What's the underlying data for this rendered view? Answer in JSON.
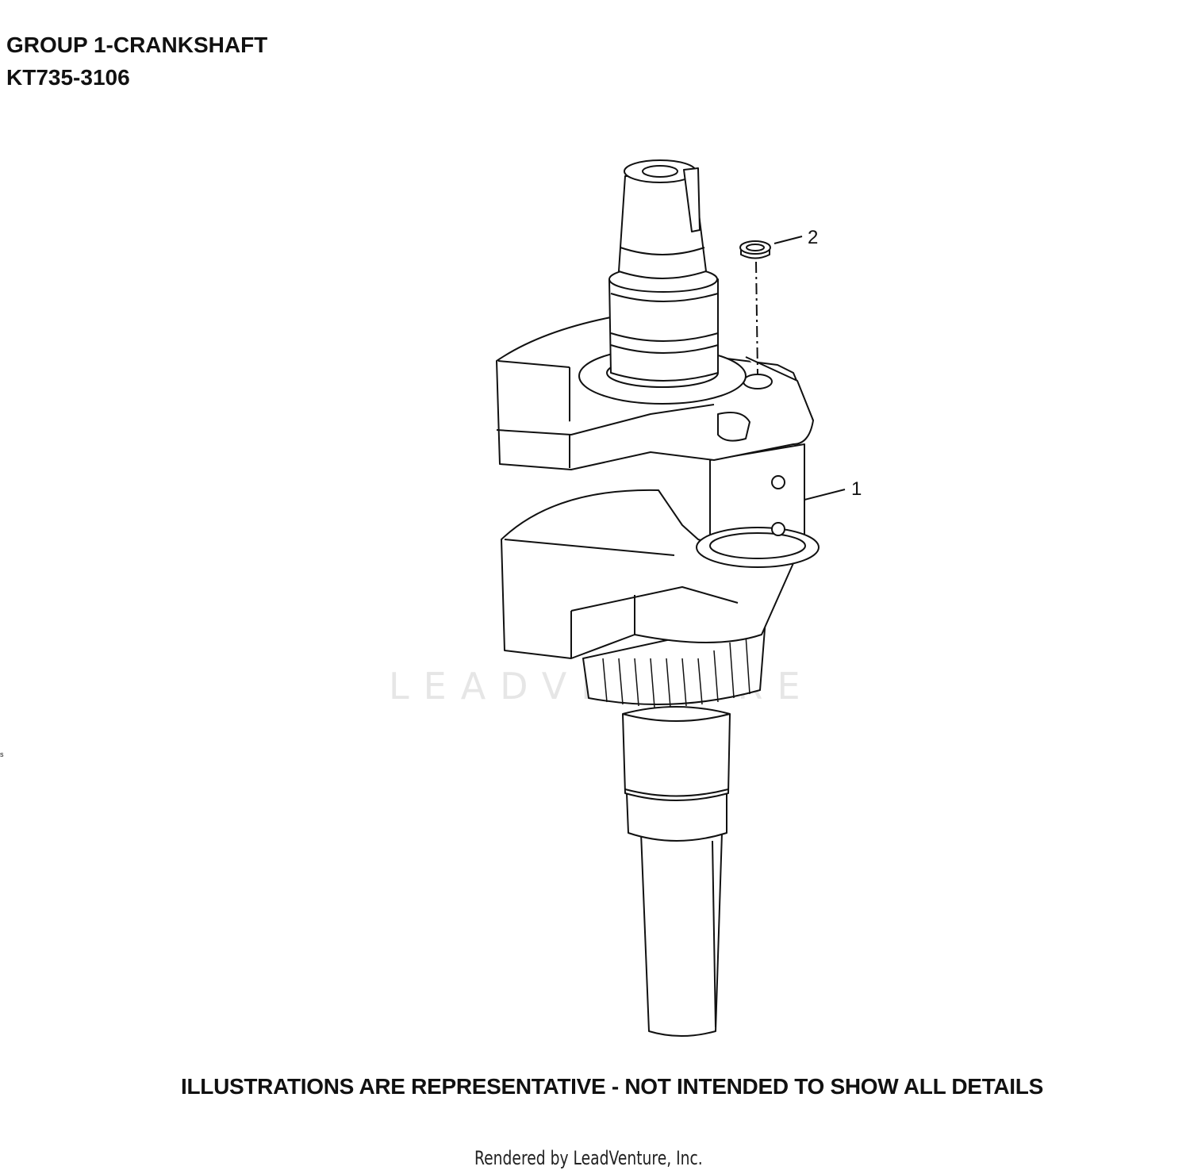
{
  "header": {
    "group_title": "GROUP 1-CRANKSHAFT",
    "model_number": "KT735-3106"
  },
  "callouts": [
    {
      "label": "1",
      "part": "crankshaft"
    },
    {
      "label": "2",
      "part": "plug"
    }
  ],
  "disclaimer": "ILLUSTRATIONS ARE REPRESENTATIVE - NOT INTENDED TO SHOW ALL DETAILS",
  "watermark": "LEADVENTURE",
  "footer": "Rendered by LeadVenture, Inc.",
  "stray_mark": "s"
}
